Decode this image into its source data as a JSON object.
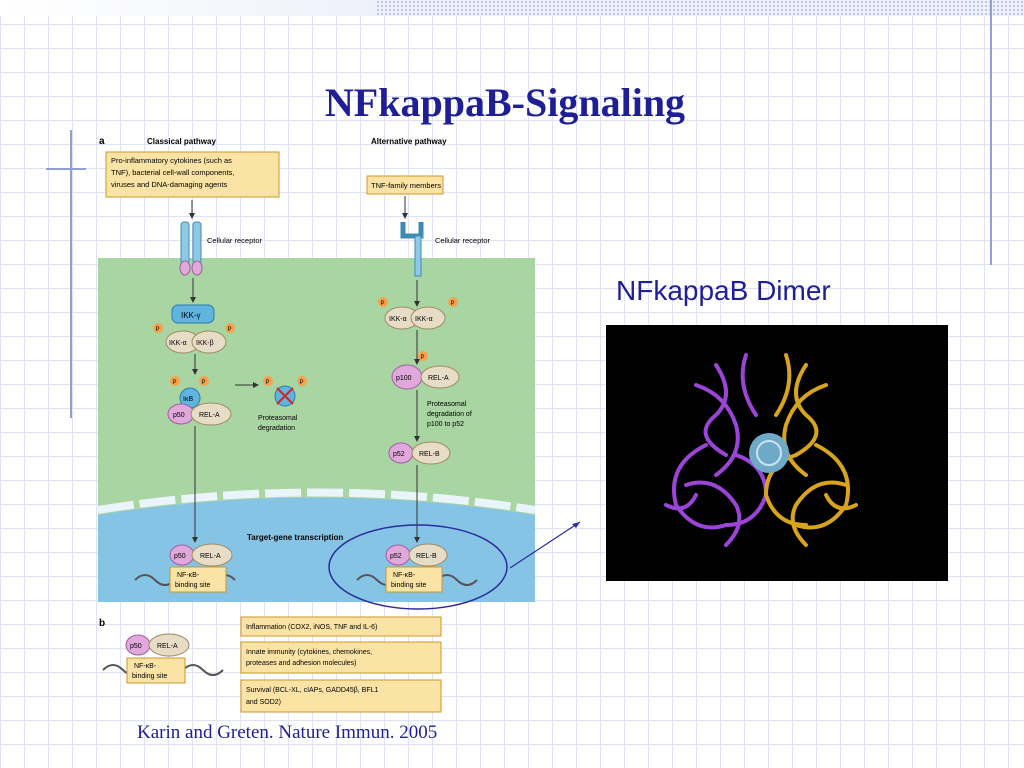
{
  "slide": {
    "title": "NFkappaB-Signaling",
    "dimer_label": "NFkappaB Dimer",
    "citation": "Karin and Greten. Nature Immun. 2005"
  },
  "figure_a": {
    "panel_label": "a",
    "classical_title": "Classical pathway",
    "alternative_title": "Alternative pathway",
    "classical_inputs": [
      "Pro-inflammatory cytokines (such as",
      "TNF), bacterial cell-wall components,",
      "viruses and DNA-damaging agents"
    ],
    "alt_input": "TNF-family members",
    "cellular_receptor": "Cellular receptor",
    "ikk_gamma": "IKK-γ",
    "ikk_alpha": "IKK-α",
    "ikk_beta": "IKK-β",
    "ikb": "IκB",
    "p50": "p50",
    "rel_a": "REL-A",
    "rel_b": "REL-B",
    "p100": "p100",
    "p52": "p52",
    "p_marker": "P",
    "proteasomal_degradation": [
      "Proteasomal",
      "degradation"
    ],
    "alt_degradation": [
      "Proteasomal",
      "degradation of",
      "p100 to p52"
    ],
    "target_gene": "Target-gene transcription",
    "binding_site": [
      "NF-κB-",
      "binding site"
    ]
  },
  "figure_b": {
    "panel_label": "b",
    "outcomes": [
      [
        "Inflammation (COX2, iNOS, TNF and IL-6)"
      ],
      [
        "Innate immunity (cytokines, chemokines,",
        "proteases and adhesion molecules)"
      ],
      [
        "Survival (BCL-XL, cIAPs, GADD45β, BFL1",
        "and SOD2)"
      ]
    ]
  },
  "colors": {
    "title": "#1e1e96",
    "box_fill": "#fbe3a6",
    "box_stroke": "#c89a2a",
    "cytoplasm": "#a9d5a2",
    "nucleus": "#86c4e6",
    "dimer_purple": "#9b45d8",
    "dimer_gold": "#d8a41c",
    "dna_center": "#6fa9c8"
  }
}
